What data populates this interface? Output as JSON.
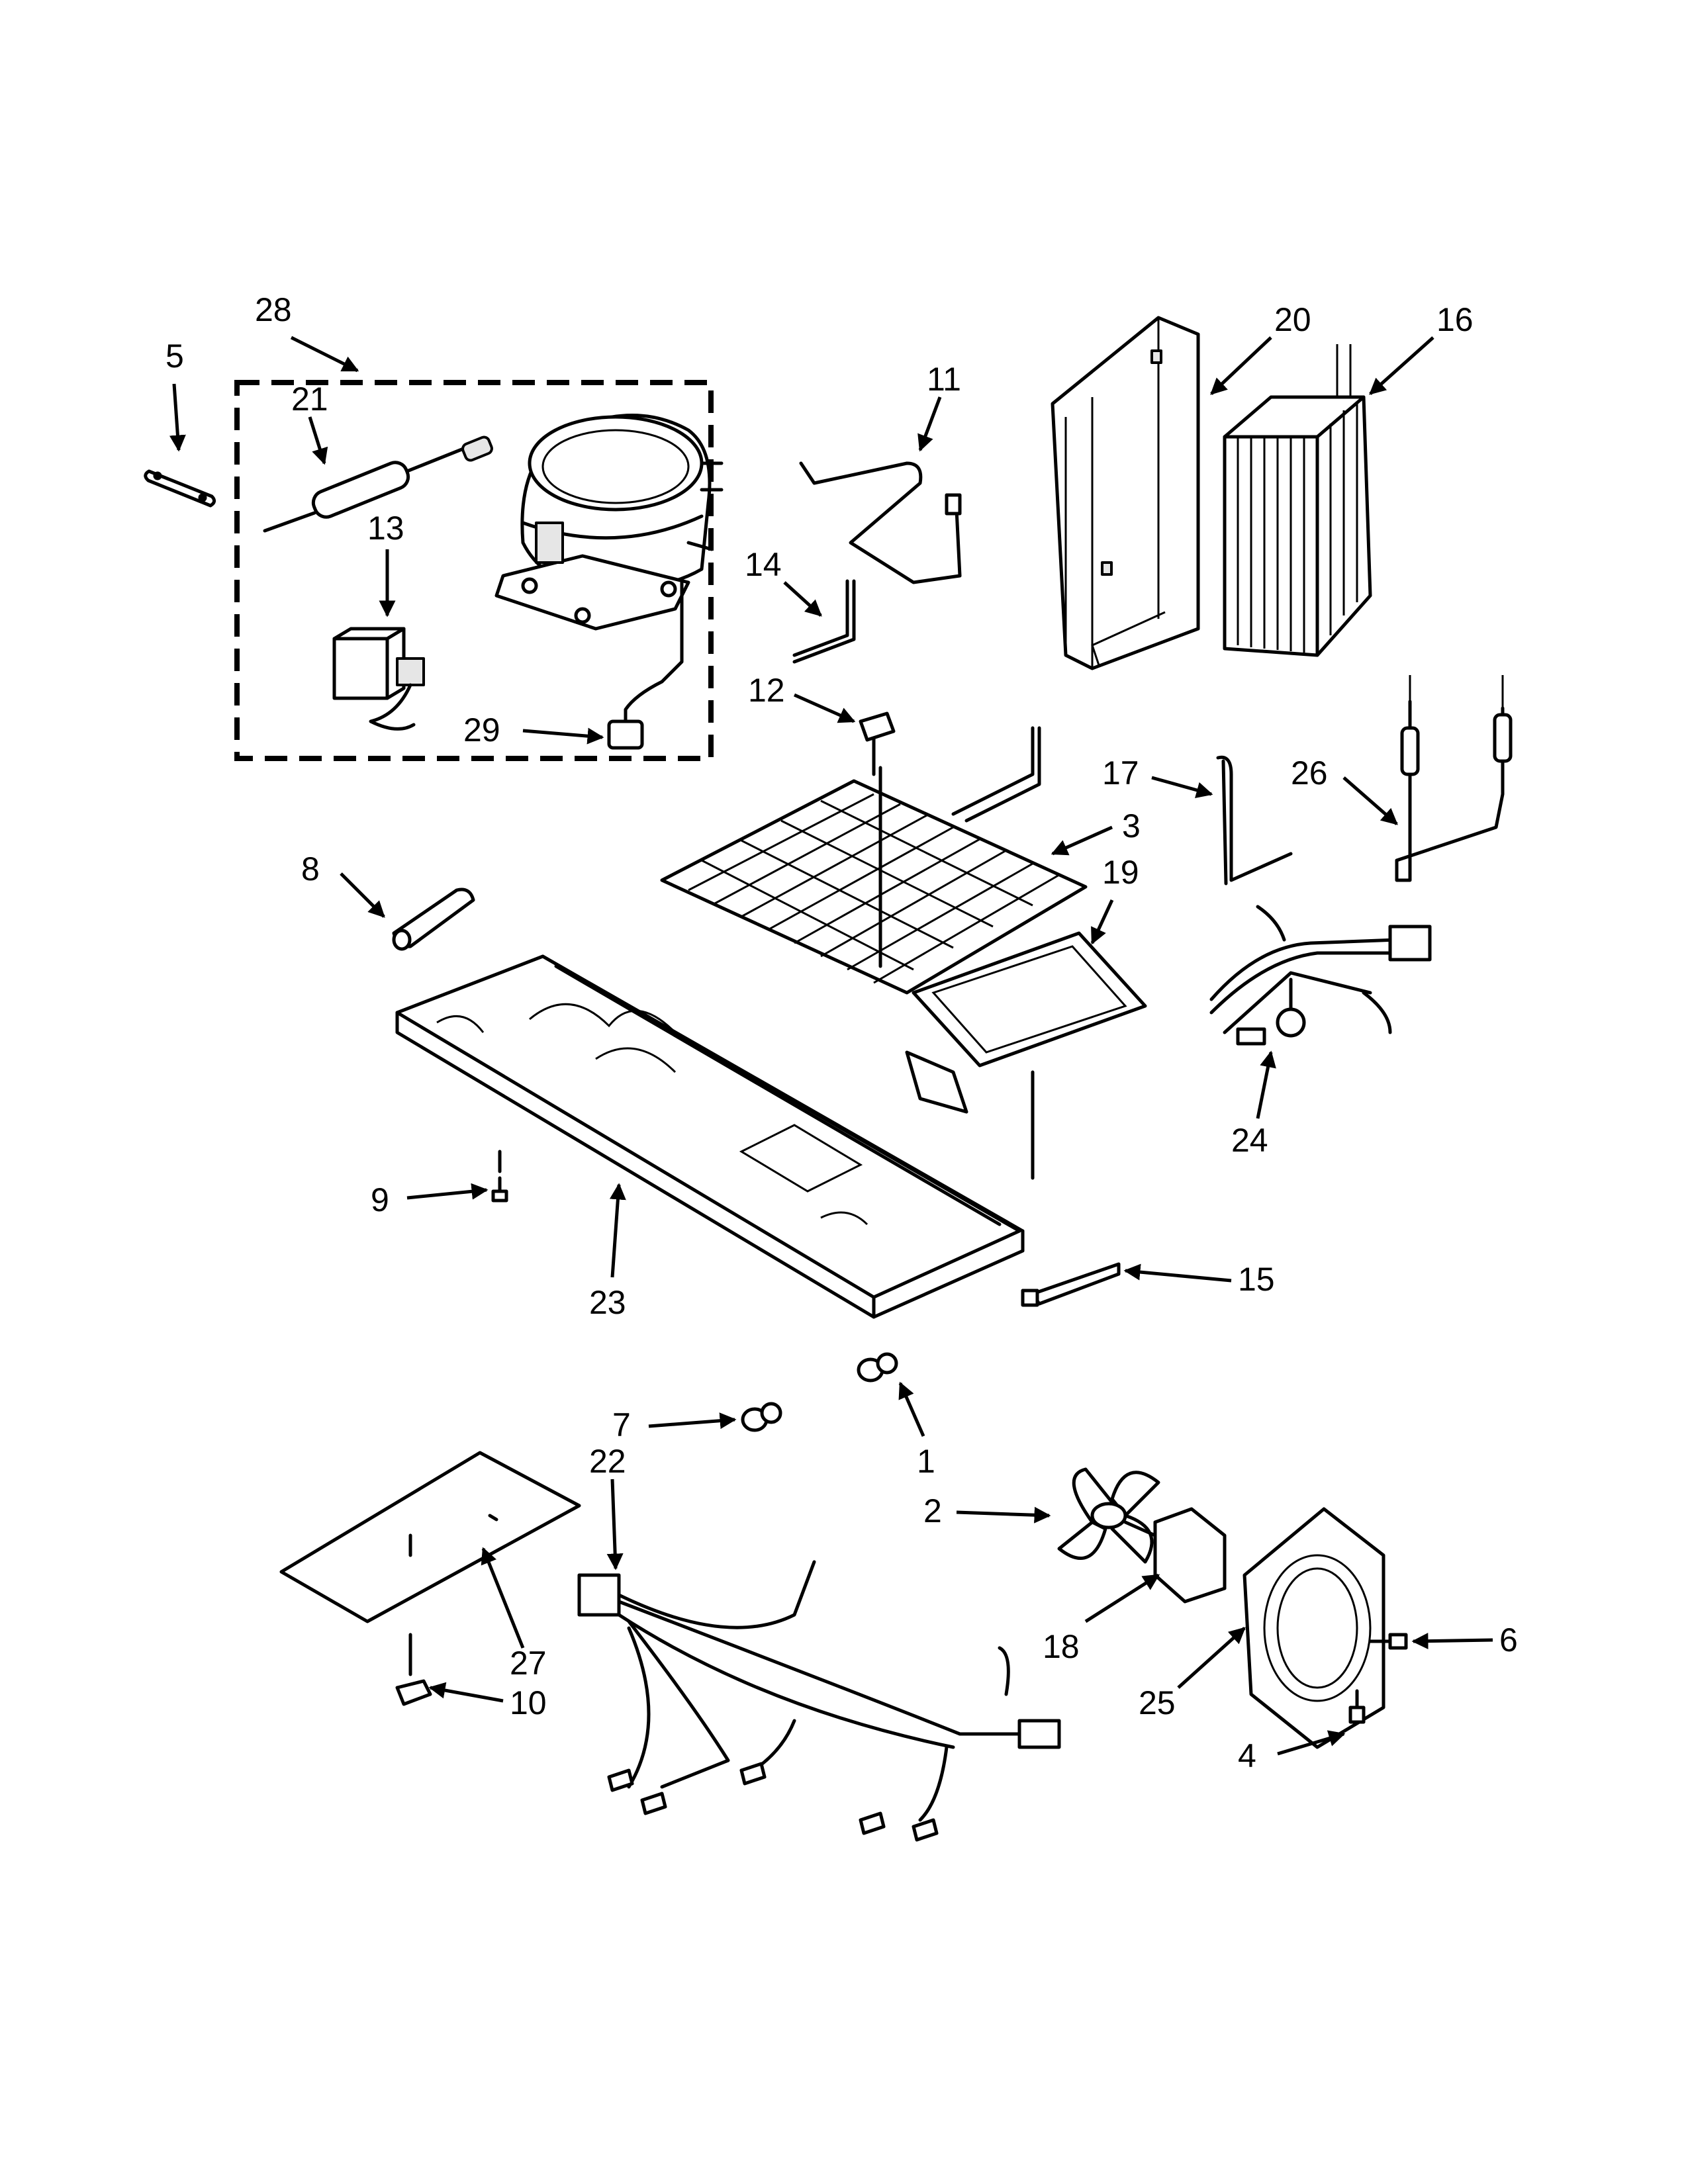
{
  "diagram": {
    "callouts": [
      "28",
      "5",
      "21",
      "13",
      "29",
      "11",
      "14",
      "12",
      "20",
      "16",
      "3",
      "19",
      "17",
      "26",
      "8",
      "24",
      "9",
      "23",
      "15",
      "7",
      "1",
      "22",
      "2",
      "18",
      "6",
      "25",
      "27",
      "10",
      "4"
    ]
  }
}
